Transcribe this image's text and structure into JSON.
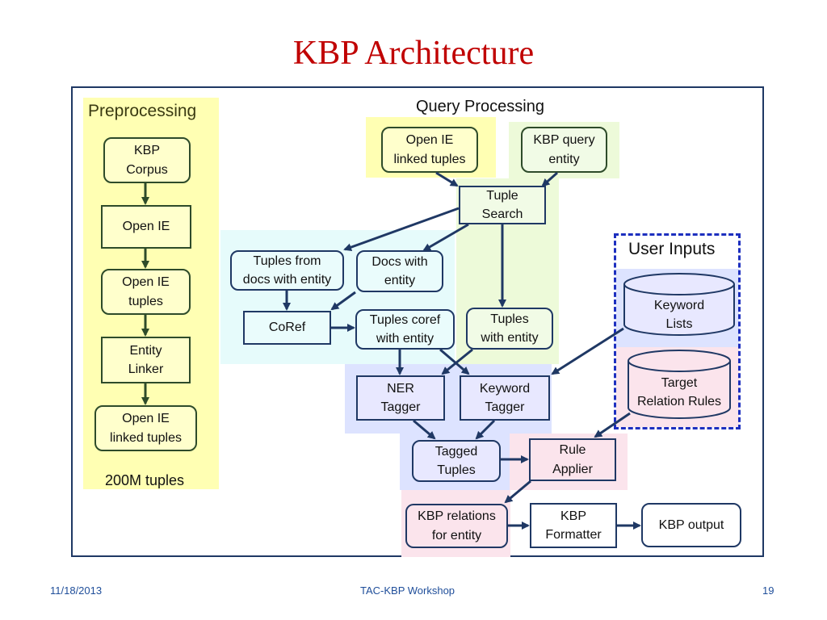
{
  "title": "KBP Architecture",
  "footer": {
    "date": "11/18/2013",
    "center": "TAC-KBP Workshop",
    "page_number": "19"
  },
  "colors": {
    "title": "#c00000",
    "preprocessing_region": "#ffffb3",
    "query_open_ie_region": "#ffffb3",
    "query_entity_region": "#edfad9",
    "coref_region": "#e6fbfb",
    "tagger_region": "#dde3ff",
    "rule_region": "#fbe4ec",
    "frame_border": "#1f3864",
    "user_inputs_border": "#1d2fbf",
    "footer_text": "#1f4e9a"
  },
  "preprocessing": {
    "heading": "Preprocessing",
    "nodes": [
      "KBP\nCorpus",
      "Open IE",
      "Open IE\ntuples",
      "Entity\nLinker",
      "Open IE\nlinked tuples"
    ],
    "caption": "200M tuples"
  },
  "query_processing": {
    "heading": "Query Processing",
    "open_ie_linked_tuples": "Open IE\nlinked tuples",
    "kbp_query_entity": "KBP query\nentity",
    "tuple_search": "Tuple\nSearch",
    "tuples_from_docs": "Tuples from\ndocs with entity",
    "docs_with_entity": "Docs with\nentity",
    "coref": "CoRef",
    "tuples_coref": "Tuples coref\nwith entity",
    "tuples_with_entity": "Tuples\nwith entity",
    "ner_tagger": "NER\nTagger",
    "keyword_tagger": "Keyword\nTagger",
    "tagged_tuples": "Tagged\nTuples",
    "rule_applier": "Rule\nApplier",
    "kbp_relations": "KBP relations\nfor entity",
    "kbp_formatter": "KBP\nFormatter",
    "kbp_output": "KBP output"
  },
  "user_inputs": {
    "heading": "User Inputs",
    "keyword_lists": "Keyword\nLists",
    "target_relation_rules": "Target\nRelation Rules"
  }
}
